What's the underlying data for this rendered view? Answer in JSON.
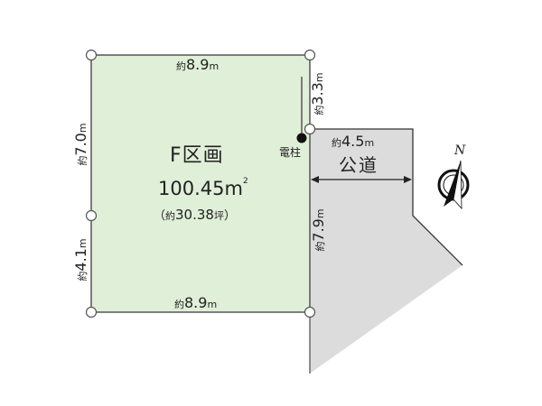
{
  "lot": {
    "name": "F区画",
    "area_value": "100.45",
    "area_unit": "m",
    "area_unit_sup": "2",
    "tsubo_open": "（",
    "tsubo_prefix": "約",
    "tsubo_value": "30.38",
    "tsubo_unit": "坪",
    "tsubo_close": "）",
    "fill_color": "#e0efd8",
    "border_color": "#555555"
  },
  "dimensions": {
    "top": {
      "prefix": "約",
      "value": "8.9",
      "unit": "m"
    },
    "bottom": {
      "prefix": "約",
      "value": "8.9",
      "unit": "m"
    },
    "left_upper": {
      "prefix": "約",
      "value": "7.0",
      "unit": "m"
    },
    "left_lower": {
      "prefix": "約",
      "value": "4.1",
      "unit": "m"
    },
    "right_upper": {
      "prefix": "約",
      "value": "3.3",
      "unit": "m"
    },
    "right_lower": {
      "prefix": "約",
      "value": "7.9",
      "unit": "m"
    },
    "road_width": {
      "prefix": "約",
      "value": "4.5",
      "unit": "m"
    }
  },
  "road": {
    "label": "公道",
    "fill_color": "#dcdcdc"
  },
  "utility_pole": {
    "label": "電柱"
  },
  "compass": {
    "label": "N"
  }
}
